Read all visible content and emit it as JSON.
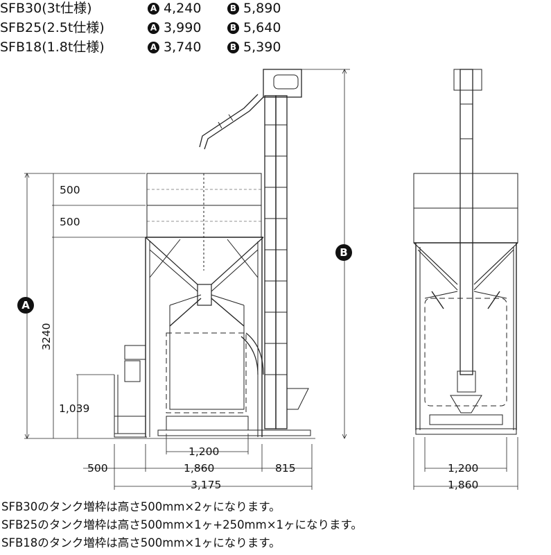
{
  "specs": [
    {
      "model": "SFB30(3t仕様)",
      "a_label": "A",
      "a_value": "4,240",
      "b_label": "B",
      "b_value": "5,890"
    },
    {
      "model": "SFB25(2.5t仕様)",
      "a_label": "A",
      "a_value": "3,990",
      "b_label": "B",
      "b_value": "5,640"
    },
    {
      "model": "SFB18(1.8t仕様)",
      "a_label": "A",
      "a_value": "3,740",
      "b_label": "B",
      "b_value": "5,390"
    }
  ],
  "dimensions": {
    "ext1": "500",
    "ext2": "500",
    "height_a_label": "A",
    "height_a_value": "3240",
    "height_b_label": "B",
    "hopper_height": "1,039",
    "side_width_bag": "1,200",
    "side_left": "500",
    "side_frame": "1,860",
    "side_right": "815",
    "side_total": "3,175",
    "front_bag": "1,200",
    "front_frame": "1,860"
  },
  "notes": [
    "SFB30のタンク増枠は高さ500mm×2ヶになります。",
    "SFB25のタンク増枠は高さ500mm×1ヶ+250mm×1ヶになります。",
    "SFB18のタンク増枠は高さ500mm×1ヶになります。"
  ]
}
